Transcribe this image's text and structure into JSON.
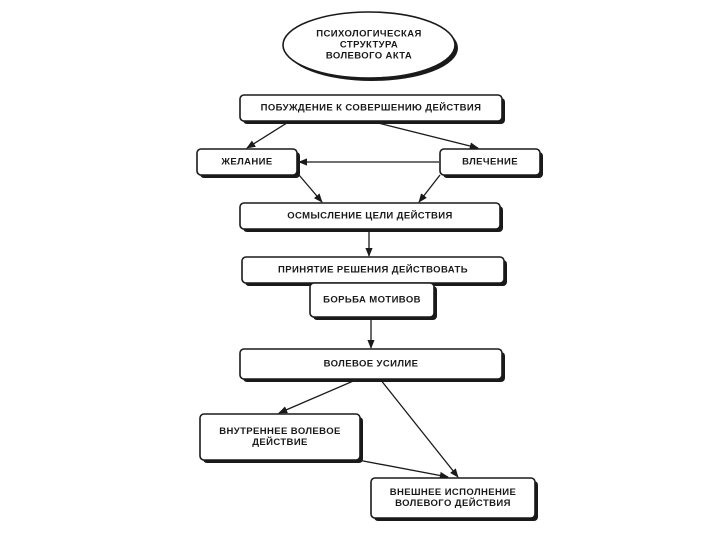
{
  "nodes": {
    "title": [
      "ПСИХОЛОГИЧЕСКАЯ",
      "СТРУКТУРА",
      "ВОЛЕВОГО АКТА"
    ],
    "motive": [
      "ПОБУЖДЕНИЕ К СОВЕРШЕНИЮ ДЕЙСТВИЯ"
    ],
    "desire": [
      "ЖЕЛАНИЕ"
    ],
    "attraction": [
      "ВЛЕЧЕНИЕ"
    ],
    "goal_understanding": [
      "ОСМЫСЛЕНИЕ ЦЕЛИ ДЕЙСТВИЯ"
    ],
    "decision": [
      "ПРИНЯТИЕ РЕШЕНИЯ ДЕЙСТВОВАТЬ"
    ],
    "motive_struggle": [
      "БОРЬБА МОТИВОВ"
    ],
    "volitional_effort": [
      "ВОЛЕВОЕ УСИЛИЕ"
    ],
    "internal_action": [
      "ВНУТРЕННЕЕ ВОЛЕВОЕ",
      "ДЕЙСТВИЕ"
    ],
    "external_execution": [
      "ВНЕШНЕЕ ИСПОЛНЕНИЕ",
      "ВОЛЕВОГО ДЕЙСТВИЯ"
    ]
  },
  "edges": [
    {
      "from": "motive",
      "to": "desire"
    },
    {
      "from": "motive",
      "to": "attraction"
    },
    {
      "from": "attraction",
      "to": "desire"
    },
    {
      "from": "desire",
      "to": "goal_understanding"
    },
    {
      "from": "attraction",
      "to": "goal_understanding"
    },
    {
      "from": "goal_understanding",
      "to": "decision"
    },
    {
      "from": "motive_struggle",
      "to": "volitional_effort"
    },
    {
      "from": "volitional_effort",
      "to": "internal_action"
    },
    {
      "from": "volitional_effort",
      "to": "external_execution"
    },
    {
      "from": "internal_action",
      "to": "external_execution"
    }
  ],
  "colors": {
    "ink": "#1a1a1a",
    "background": "#ffffff"
  }
}
